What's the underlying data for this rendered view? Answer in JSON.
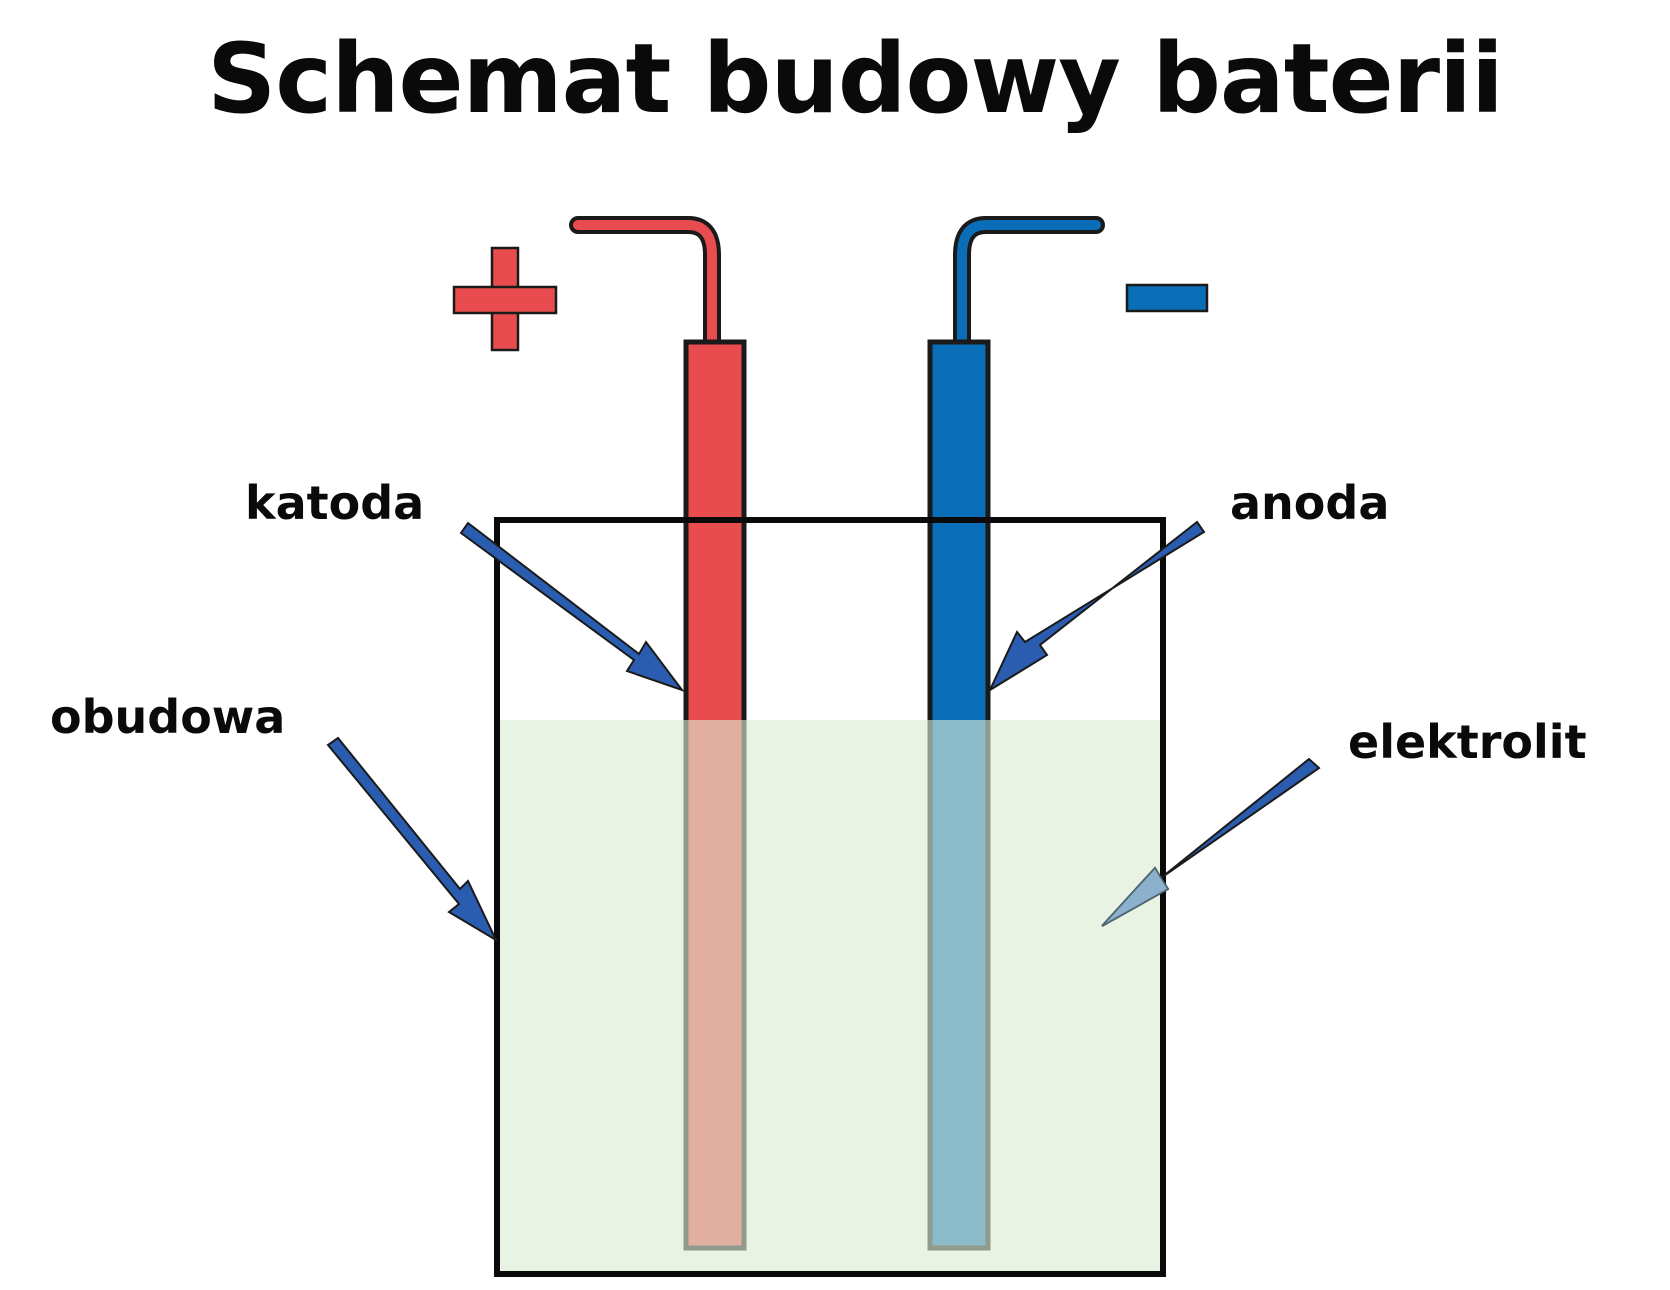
{
  "title": "Schemat budowy baterii",
  "labels": {
    "cathode": "katoda",
    "anode": "anoda",
    "housing": "obudowa",
    "electrolyte": "elektrolit"
  },
  "symbols": {
    "positive": "plus-sign",
    "negative": "minus-sign"
  },
  "colors": {
    "cathode": "#e84c4e",
    "anode": "#0a6db7",
    "electrolyte": "#dcebd3",
    "arrow": "#2a5db0",
    "outline": "#0a0a0a"
  }
}
